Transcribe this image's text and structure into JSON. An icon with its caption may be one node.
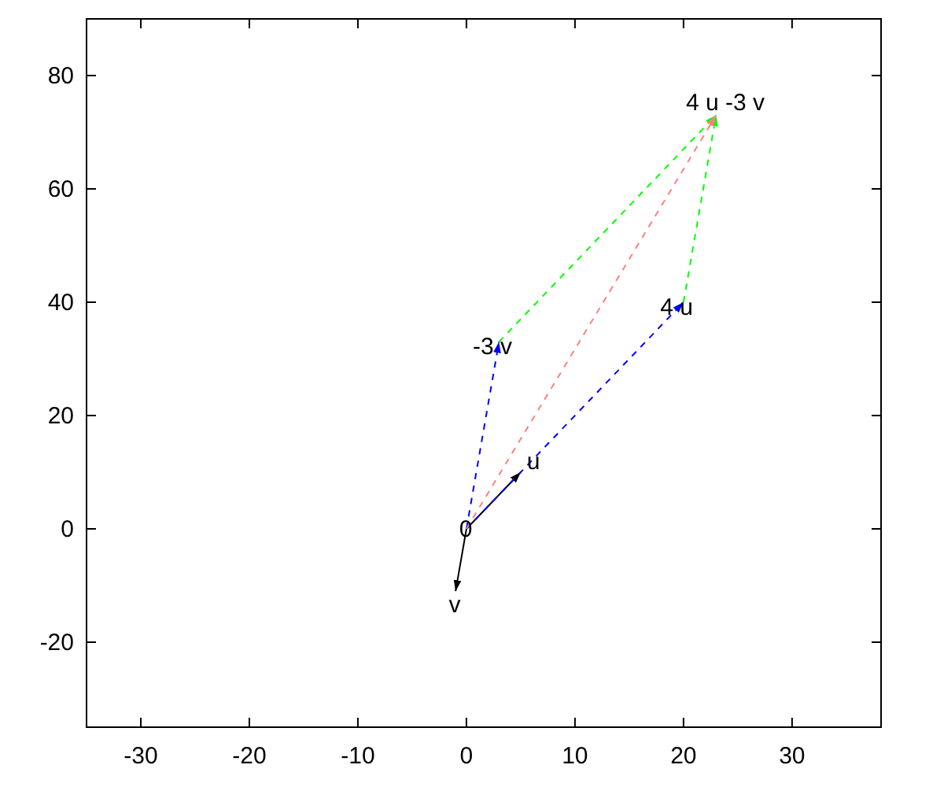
{
  "diagram": {
    "nodes": [
      {
        "text": [
          "0"
        ]
      },
      {
        "text": [
          "u"
        ]
      },
      {
        "text": [
          "v"
        ]
      },
      {
        "text": [
          "4 u"
        ]
      },
      {
        "text": [
          "-3 v"
        ]
      },
      {
        "text": [
          "4 u -3 v"
        ]
      }
    ],
    "edges": [
      {
        "from": 0,
        "to": 1,
        "arrow": "to",
        "color": "#000000"
      },
      {
        "from": 0,
        "to": 2,
        "arrow": "to",
        "color": "#000000"
      },
      {
        "from": 0,
        "to": 4,
        "arrow": "to",
        "style": "dashed",
        "color": "#0000ff"
      },
      {
        "from": 0,
        "to": 3,
        "arrow": "to",
        "style": "dashed",
        "color": "#0000ff"
      },
      {
        "from": 4,
        "to": 5,
        "arrow": "to",
        "style": "dashed",
        "color": "#00ff00"
      },
      {
        "from": 3,
        "to": 5,
        "arrow": "to",
        "style": "dashed",
        "color": "#00ff00"
      },
      {
        "from": 0,
        "to": 5,
        "arrow": "to",
        "style": "dashed",
        "color": "#ff8080"
      }
    ],
    "labels": [
      "80",
      "60",
      "40",
      "20",
      "0",
      "-20",
      "-30",
      "-20",
      "-10",
      "0",
      "10",
      "20",
      "30"
    ]
  }
}
